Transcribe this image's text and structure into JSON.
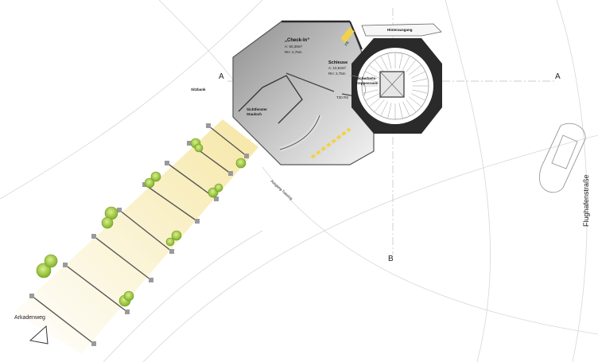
{
  "labels": {
    "checkin_title": "„Check-In“",
    "checkin_area": "A: 50,39m²",
    "checkin_height": "RH: 2,75m",
    "schleuse_title": "Schleuse",
    "schleuse_area": "A: 10,63m²",
    "schleuse_height": "RH: 2,75m",
    "stair_line1": "Sicherheits-",
    "stair_line2": "treppenraum",
    "fire_door": "T30 RS",
    "hinterausgang": "Hinterausgang",
    "sitzbank": "Sitzbank",
    "window_line1": "Sichtfenster",
    "window_line2": "Stauloch",
    "ausgang": "Ausgang Tuturing",
    "arkadenweg": "Arkadenweg",
    "street": "Flughafenstraße",
    "section_a_left": "A",
    "section_a_right": "A",
    "section_b": "B",
    "fire_tag": "FB"
  },
  "colors": {
    "outline": "#555555",
    "wall": "#2a2a2a",
    "path_fill": "#fbf3cf",
    "tree": "#9ccc3a",
    "rail": "#f1d24a"
  }
}
